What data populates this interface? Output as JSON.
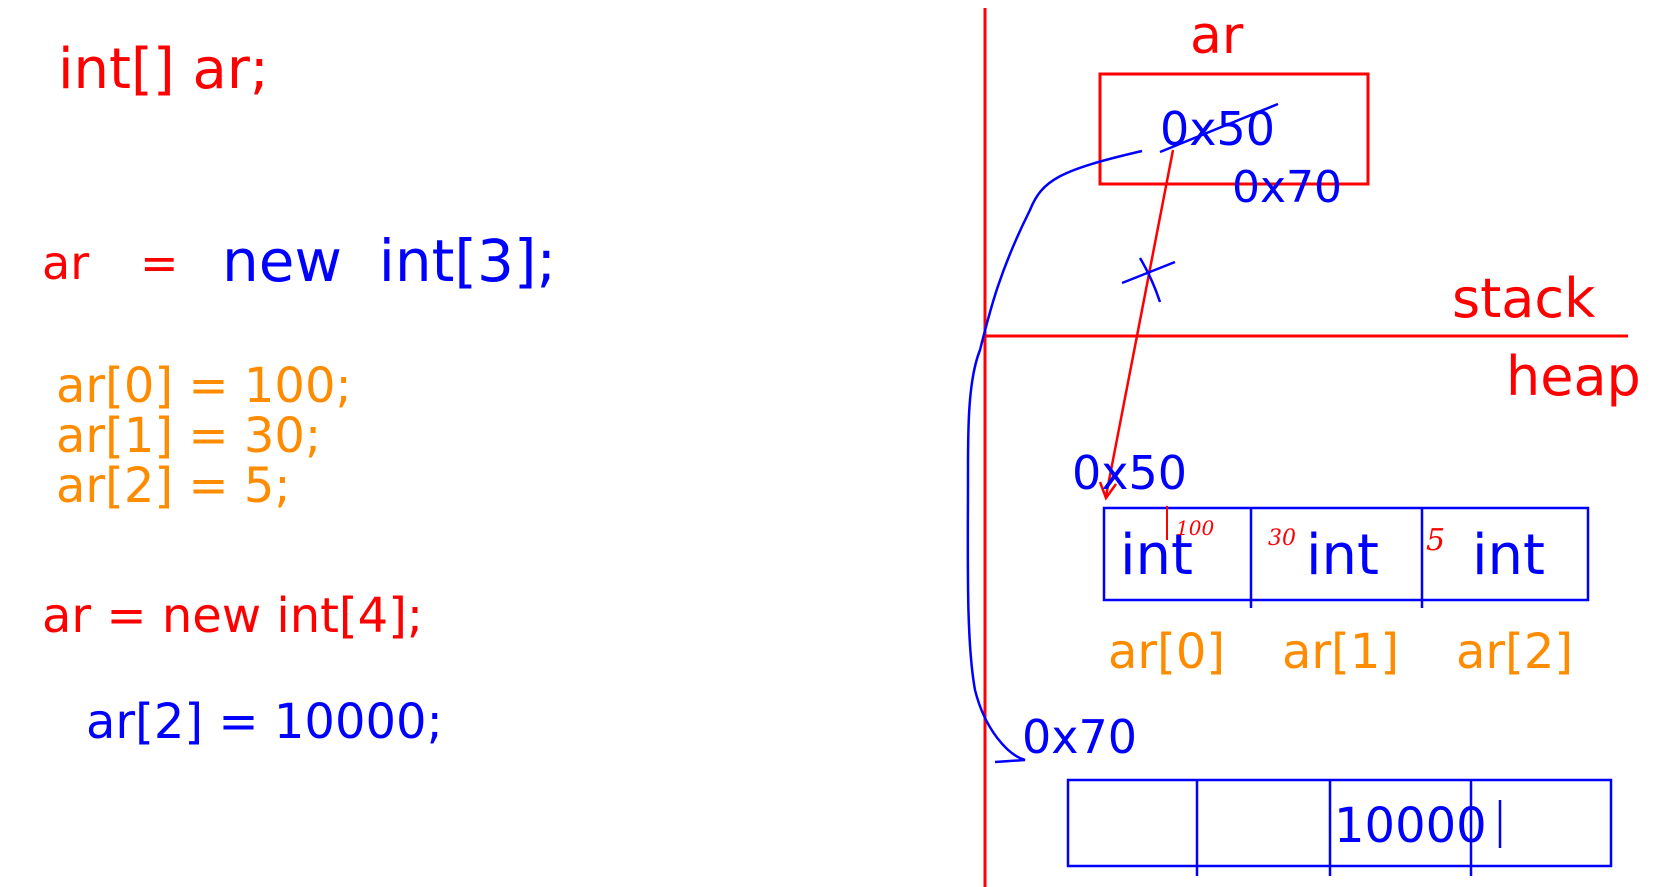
{
  "code": {
    "line1": "int[] ar;",
    "line2_left": "ar",
    "line2_eq": "=",
    "line2_right": "new  int[3];",
    "line3": "ar[0] = 100;",
    "line4": "ar[1] = 30;",
    "line5": "ar[2] = 5;",
    "line6": "ar = new int[4];",
    "line7": "ar[2] = 10000;"
  },
  "memory": {
    "var_name": "ar",
    "var_old_value": "0x50",
    "var_new_value": "0x70",
    "stack_label": "stack",
    "heap_label": "heap",
    "array1_address": "0x50",
    "array1_cells": [
      "int",
      "int",
      "int"
    ],
    "array1_values": [
      "100",
      "30",
      "5"
    ],
    "array1_indices": [
      "ar[0]",
      "ar[1]",
      "ar[2]"
    ],
    "array2_address": "0x70",
    "array2_value": "10000"
  },
  "colors": {
    "red": "#ff0000",
    "blue": "#0000ff",
    "orange": "#ff8c00"
  }
}
